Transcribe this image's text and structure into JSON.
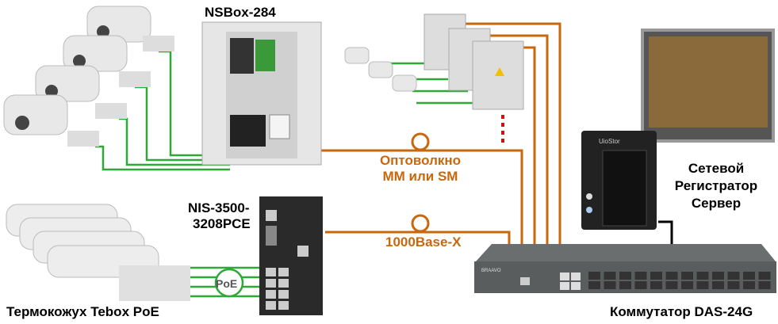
{
  "labels": {
    "nsbox": "NSBox-284",
    "fiber_line1": "Оптоволкно",
    "fiber_line2": "MM или SM",
    "nis_line1": "NIS-3500-",
    "nis_line2": "3208PCE",
    "gbe": "1000Base-X",
    "poe": "PoE",
    "server_line1": "Сетевой",
    "server_line2": "Регистратор",
    "server_line3": "Сервер",
    "switch": "Коммутатор DAS-24G",
    "tebox": "Термокожух Tebox PoE",
    "nas_brand": "UioStor",
    "switch_brand": "BRAAVO"
  },
  "colors": {
    "fiber": "#c8670c",
    "copper": "#2ea836",
    "server_link": "#000000",
    "dots": "#cc1111"
  }
}
